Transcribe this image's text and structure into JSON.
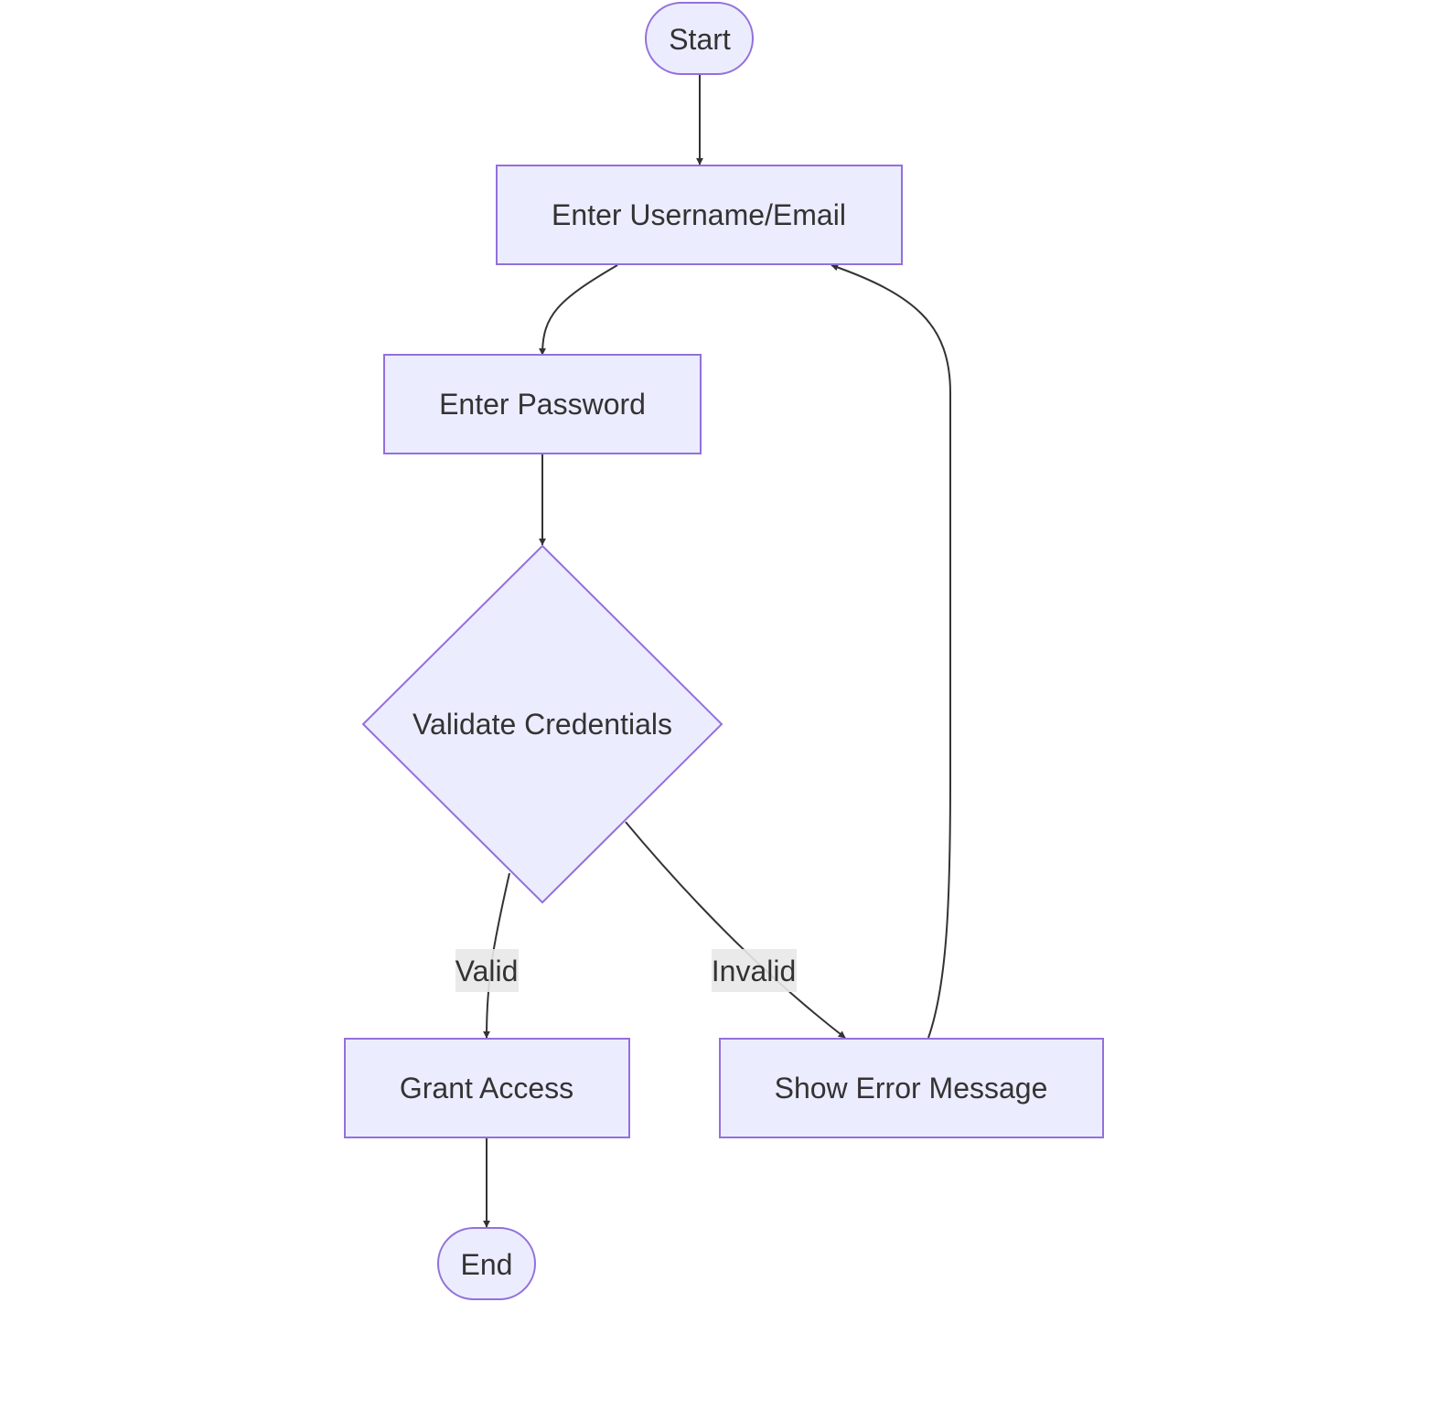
{
  "diagram": {
    "type": "flowchart",
    "colors": {
      "node_fill": "#ececff",
      "node_stroke": "#9370db",
      "edge": "#333333",
      "text": "#333333",
      "label_bg": "#e8e8e8"
    },
    "nodes": {
      "start": {
        "label": "Start",
        "shape": "stadium"
      },
      "enter_username": {
        "label": "Enter Username/Email",
        "shape": "rect"
      },
      "enter_password": {
        "label": "Enter Password",
        "shape": "rect"
      },
      "validate": {
        "label": "Validate Credentials",
        "shape": "diamond"
      },
      "grant_access": {
        "label": "Grant Access",
        "shape": "rect"
      },
      "show_error": {
        "label": "Show Error Message",
        "shape": "rect"
      },
      "end": {
        "label": "End",
        "shape": "stadium"
      }
    },
    "edges": [
      {
        "from": "start",
        "to": "enter_username",
        "label": ""
      },
      {
        "from": "enter_username",
        "to": "enter_password",
        "label": ""
      },
      {
        "from": "enter_password",
        "to": "validate",
        "label": ""
      },
      {
        "from": "validate",
        "to": "grant_access",
        "label": "Valid"
      },
      {
        "from": "validate",
        "to": "show_error",
        "label": "Invalid"
      },
      {
        "from": "show_error",
        "to": "enter_username",
        "label": ""
      },
      {
        "from": "grant_access",
        "to": "end",
        "label": ""
      }
    ],
    "edge_labels": {
      "valid": "Valid",
      "invalid": "Invalid"
    }
  }
}
